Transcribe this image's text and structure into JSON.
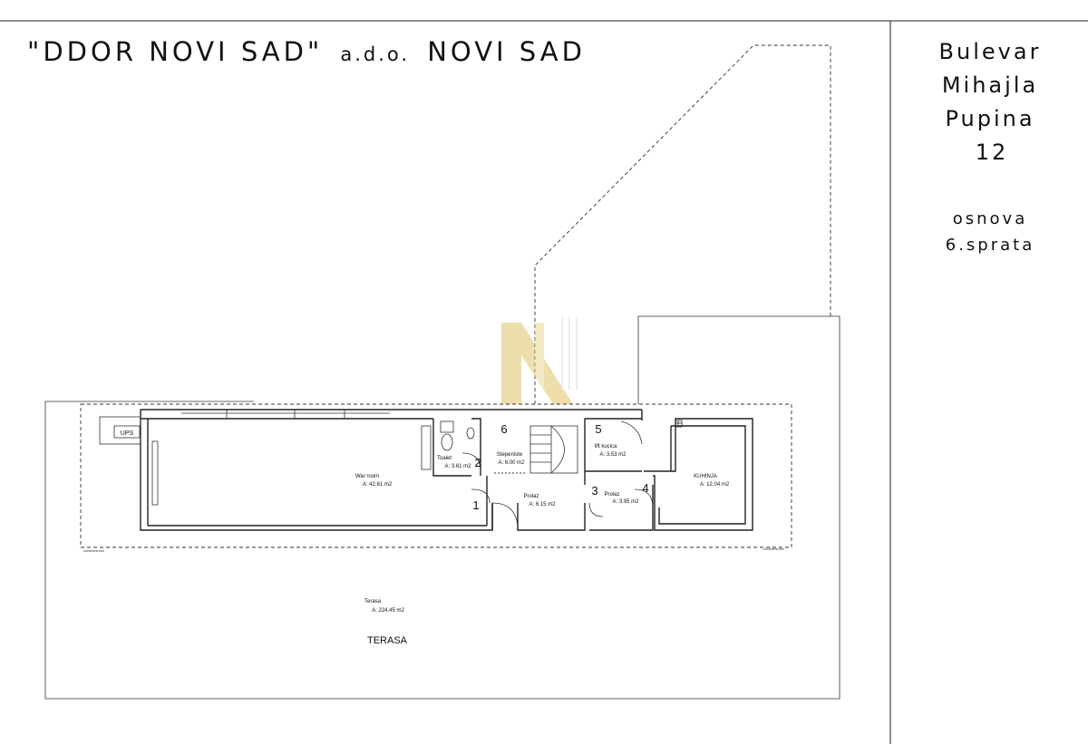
{
  "header": {
    "company": "\"DDOR NOVI SAD\"",
    "legal_form": "a.d.o.",
    "city": "NOVI SAD"
  },
  "address": {
    "line1": "Bulevar",
    "line2": "Mihajla",
    "line3": "Pupina",
    "line4": "12"
  },
  "plan_title": {
    "line1": "osnova",
    "line2": "6.sprata"
  },
  "rooms": [
    {
      "number": "",
      "name": "War room",
      "area": "A: 42.61 m2"
    },
    {
      "number": "1",
      "name": "",
      "area": ""
    },
    {
      "number": "2",
      "name": "Toalet",
      "area": "A: 3.61 m2"
    },
    {
      "number": "6",
      "name": "Stepeniste",
      "area": "A: 6.00 m2"
    },
    {
      "number": "5",
      "name": "lift kucica",
      "area": "A: 3.53 m2"
    },
    {
      "number": "",
      "name": "Prolaz",
      "area": "A: 6.15 m2"
    },
    {
      "number": "3",
      "name": "",
      "area": ""
    },
    {
      "number": "4",
      "name": "Prolaz",
      "area": "A: 3.95 m2"
    },
    {
      "number": "",
      "name": "KUHINJA",
      "area": "A: 12.04 m2"
    }
  ],
  "terrace": {
    "name": "Terasa",
    "area": "A: 224.45 m2",
    "label": "TERASA"
  },
  "equipment": {
    "ups": "UPS"
  },
  "annotations": {
    "left": "nadstresnica",
    "right": "nadstresnica"
  },
  "colors": {
    "lines": "#222222",
    "background": "#ffffff",
    "watermark": "#e0c46a"
  }
}
